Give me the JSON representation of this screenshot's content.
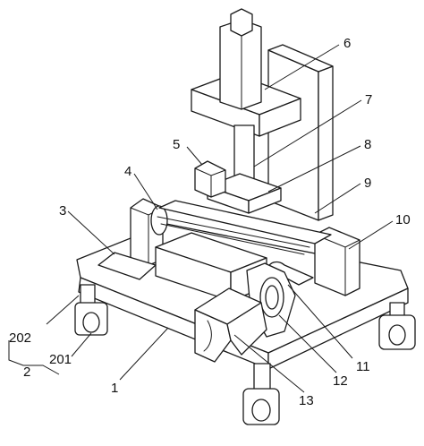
{
  "labels": {
    "l1": "1",
    "l2": "2",
    "l3": "3",
    "l4": "4",
    "l5": "5",
    "l6": "6",
    "l7": "7",
    "l8": "8",
    "l9": "9",
    "l10": "10",
    "l11": "11",
    "l12": "12",
    "l13": "13",
    "l201": "201",
    "l202": "202"
  }
}
